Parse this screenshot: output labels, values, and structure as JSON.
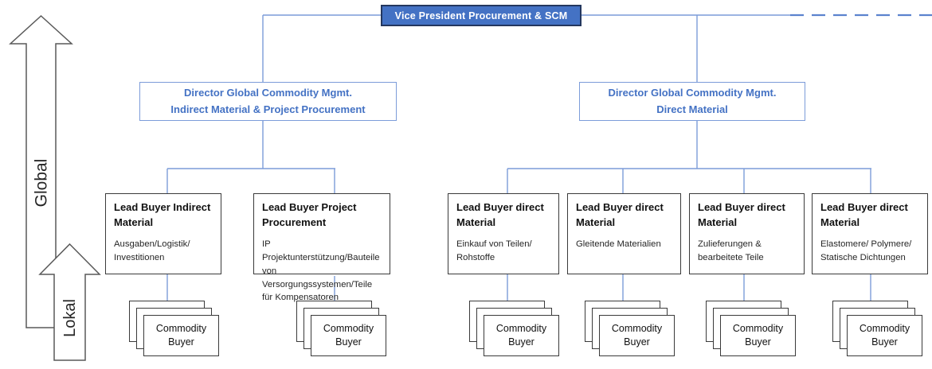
{
  "axis": {
    "global_label": "Global",
    "lokal_label": "Lokal"
  },
  "vp": {
    "title": "Vice President Procurement & SCM"
  },
  "directors": [
    {
      "line1": "Director Global Commodity Mgmt.",
      "line2": "Indirect Material & Project Procurement"
    },
    {
      "line1": "Director Global Commodity Mgmt.",
      "line2": "Direct Material"
    }
  ],
  "lead_buyers": [
    {
      "title": "Lead Buyer Indirect Material",
      "detail": "Ausgaben/Logistik/ Investitionen"
    },
    {
      "title": "Lead Buyer Project Procurement",
      "detail": "IP Projektunterstützung/Bauteile von Versorgungssystemen/Teile für Kompensatoren"
    },
    {
      "title": "Lead Buyer direct Material",
      "detail": "Einkauf von Teilen/ Rohstoffe"
    },
    {
      "title": "Lead Buyer direct Material",
      "detail": "Gleitende Materialien"
    },
    {
      "title": "Lead Buyer direct Material",
      "detail": "Zulieferungen & bearbeitete Teile"
    },
    {
      "title": "Lead Buyer direct Material",
      "detail": "Elastomere/ Polymere/ Statische Dichtungen"
    }
  ],
  "commodity_buyer_label": "Commodity Buyer",
  "colors": {
    "vp_fill": "#4472C4",
    "vp_border": "#24375E",
    "vp_text": "#FFFFFF",
    "director_border": "#7C9CD9",
    "director_text": "#4472C4",
    "connector_line": "#7C9CD9",
    "dashed_line": "#5B83CE",
    "node_border": "#3A3A3A",
    "arrow_outline": "#595959"
  }
}
